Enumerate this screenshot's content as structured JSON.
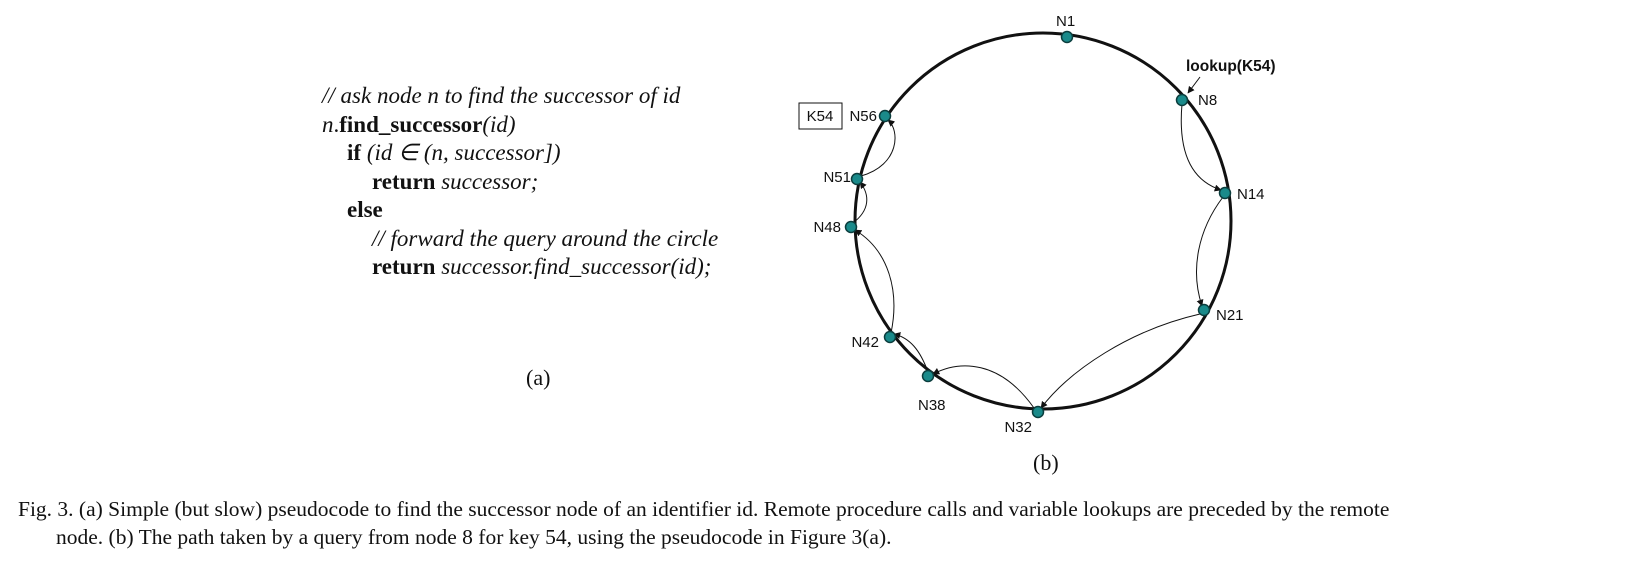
{
  "pseudocode": {
    "comment1": "// ask node n to find the successor of id",
    "signature_obj": "n",
    "signature_dot": ".",
    "signature_name": "find_successor",
    "signature_args": "(id)",
    "if_kw": "if",
    "if_cond": "(id ∈ (n, successor])",
    "return_kw": "return",
    "return_val": "successor;",
    "else_kw": "else",
    "comment2": "// forward the query around the circle",
    "return2_kw": "return",
    "return2_val": "successor.find_successor(id);"
  },
  "labels": {
    "a": "(a)",
    "b": "(b)"
  },
  "ring": {
    "lookup_label": "lookup(K54)",
    "key_box": "K54",
    "nodes": [
      {
        "id": "N1"
      },
      {
        "id": "N8"
      },
      {
        "id": "N14"
      },
      {
        "id": "N21"
      },
      {
        "id": "N32"
      },
      {
        "id": "N38"
      },
      {
        "id": "N42"
      },
      {
        "id": "N48"
      },
      {
        "id": "N51"
      },
      {
        "id": "N56"
      }
    ],
    "path": [
      "N8",
      "N14",
      "N21",
      "N32",
      "N38",
      "N42",
      "N48",
      "N51",
      "N56"
    ],
    "node_color": "#1a8a8a"
  },
  "caption": {
    "line1": "Fig. 3.   (a) Simple (but slow) pseudocode to find the successor node of an identifier id. Remote procedure calls and variable lookups are preceded by the remote",
    "line2": "node.  (b) The path taken by a query from node 8 for key 54, using the pseudocode in Figure 3(a)."
  }
}
